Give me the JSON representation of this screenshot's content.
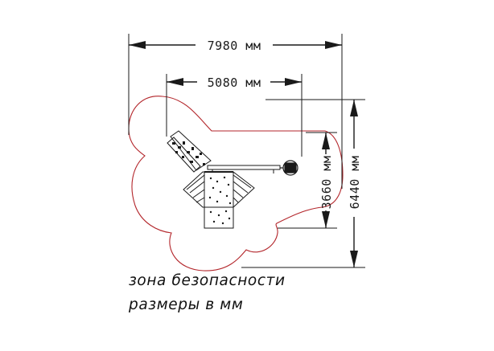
{
  "dimensions": {
    "overall_width": "7980 мм",
    "equipment_width": "5080 мм",
    "equipment_depth": "3660 мм",
    "overall_depth": "6440 мм"
  },
  "legend": {
    "safety_zone": "зона безопасности",
    "units": "размеры в мм"
  },
  "colors": {
    "safety_zone_outline": "#b3262b",
    "lines": "#1a1a1a",
    "background": "#ffffff"
  }
}
